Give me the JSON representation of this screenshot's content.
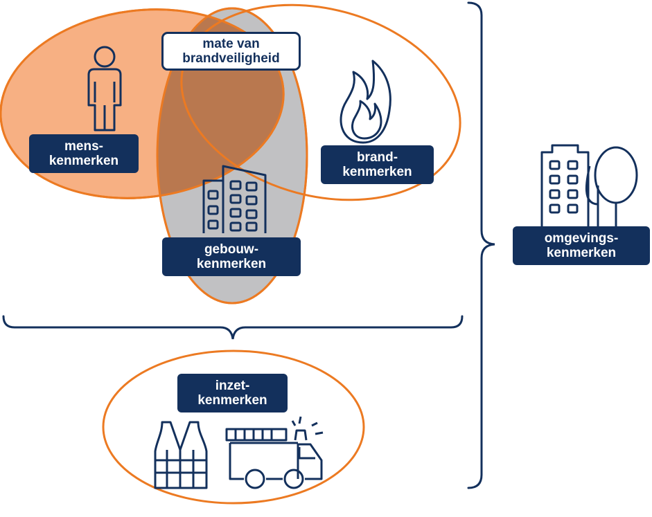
{
  "center_label": {
    "line1": "mate van",
    "line2": "brandveiligheid"
  },
  "mens": {
    "line1": "mens-",
    "line2": "kenmerken",
    "icon": "person-icon"
  },
  "brand": {
    "line1": "brand-",
    "line2": "kenmerken",
    "icon": "flame-icon"
  },
  "gebouw": {
    "line1": "gebouw-",
    "line2": "kenmerken",
    "icon": "building-icon"
  },
  "omgeving": {
    "line1": "omgevings-",
    "line2": "kenmerken",
    "icon": "building-trees-icon"
  },
  "inzet": {
    "line1": "inzet-",
    "line2": "kenmerken",
    "icons": [
      "safety-vest-icon",
      "fire-truck-icon"
    ]
  },
  "colors": {
    "navy": "#13305c",
    "orange": "#ec7a22",
    "orange_fill": "#f7b083",
    "grey_fill": "#c1c1c3",
    "overlap_fill": "#b9784f"
  }
}
